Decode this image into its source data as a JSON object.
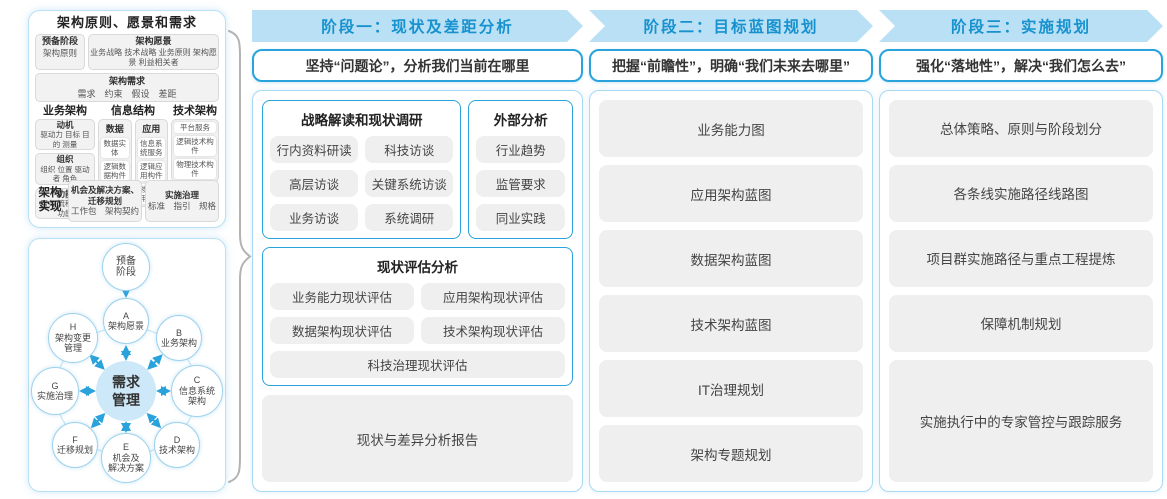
{
  "colors": {
    "accent_blue": "#29a3dc",
    "band_bg": "#b9e0f4",
    "band_text": "#1792cf",
    "panel_border": "#a9d9f1",
    "chip_bg": "#efefef",
    "arrow_blue": "#2aa2db",
    "brace_gray": "#b3b3b3",
    "adm_center_fill": "#cde8f8"
  },
  "left_top": {
    "title": "架构原则、愿景和需求",
    "prep_title": "预备阶段",
    "prep_sub": "架构原则",
    "vision_title": "架构愿景",
    "vision_items": "业务战略 技术战略 业务原则 架构愿景 利益相关者",
    "req_title": "架构需求",
    "req_items": "需求　约束　假设　差距",
    "biz": {
      "title": "业务架构",
      "groups": [
        {
          "t": "动机",
          "s": "驱动力 目标 目的 测量"
        },
        {
          "t": "组织",
          "s": "组织 位置 驱动者 角色"
        },
        {
          "t": "功能",
          "s": "服务 流程 控制 功能"
        }
      ]
    },
    "info": {
      "title": "信息结构",
      "data_title": "数据",
      "data_items": [
        "数据实体",
        "逻辑数据构件",
        "物理数据构件"
      ],
      "app_title": "应用",
      "app_items": [
        "信息系统服务",
        "逻辑应用构件",
        "物理应用构件"
      ]
    },
    "tech": {
      "title": "技术架构",
      "items": [
        "平台服务",
        "逻辑技术构件",
        "物理技术构件"
      ]
    },
    "real": {
      "label": "架构实现",
      "box1_title": "机会及解决方案、迁移规划",
      "box1_sub": "工作包　架构契约",
      "box2_title": "实施治理",
      "box2_sub": "标准　指引　规格"
    }
  },
  "adm": {
    "center": "需求\n管理",
    "nodes": [
      {
        "letter": "",
        "name": "预备\n阶段"
      },
      {
        "letter": "A",
        "name": "架构愿景"
      },
      {
        "letter": "B",
        "name": "业务架构"
      },
      {
        "letter": "C",
        "name": "信息系统\n架构"
      },
      {
        "letter": "D",
        "name": "技术架构"
      },
      {
        "letter": "E",
        "name": "机会及\n解决方案"
      },
      {
        "letter": "F",
        "name": "迁移规划"
      },
      {
        "letter": "G",
        "name": "实施治理"
      },
      {
        "letter": "H",
        "name": "架构变更\n管理"
      }
    ]
  },
  "phases": [
    {
      "header": "阶段一：现状及差距分析",
      "subtitle": "坚持“问题论”，分析我们当前在哪里",
      "strategy": {
        "title": "战略解读和现状调研",
        "items": [
          "行内资料研读",
          "科技访谈",
          "高层访谈",
          "关键系统访谈",
          "业务访谈",
          "系统调研"
        ]
      },
      "external": {
        "title": "外部分析",
        "items": [
          "行业趋势",
          "监管要求",
          "同业实践"
        ]
      },
      "assessment": {
        "title": "现状评估分析",
        "items": [
          "业务能力现状评估",
          "应用架构现状评估",
          "数据架构现状评估",
          "技术架构现状评估",
          "科技治理现状评估"
        ]
      },
      "report": "现状与差异分析报告"
    },
    {
      "header": "阶段二：目标蓝图规划",
      "subtitle": "把握“前瞻性”，明确“我们未来去哪里”",
      "items": [
        "业务能力图",
        "应用架构蓝图",
        "数据架构蓝图",
        "技术架构蓝图",
        "IT治理规划",
        "架构专题规划"
      ]
    },
    {
      "header": "阶段三：实施规划",
      "subtitle": "强化“落地性”，解决“我们怎么去”",
      "items": [
        "总体策略、原则与阶段划分",
        "各条线实施路径线路图",
        "项目群实施路径与重点工程提炼",
        "保障机制规划",
        "实施执行中的专家管控与跟踪服务"
      ]
    }
  ]
}
